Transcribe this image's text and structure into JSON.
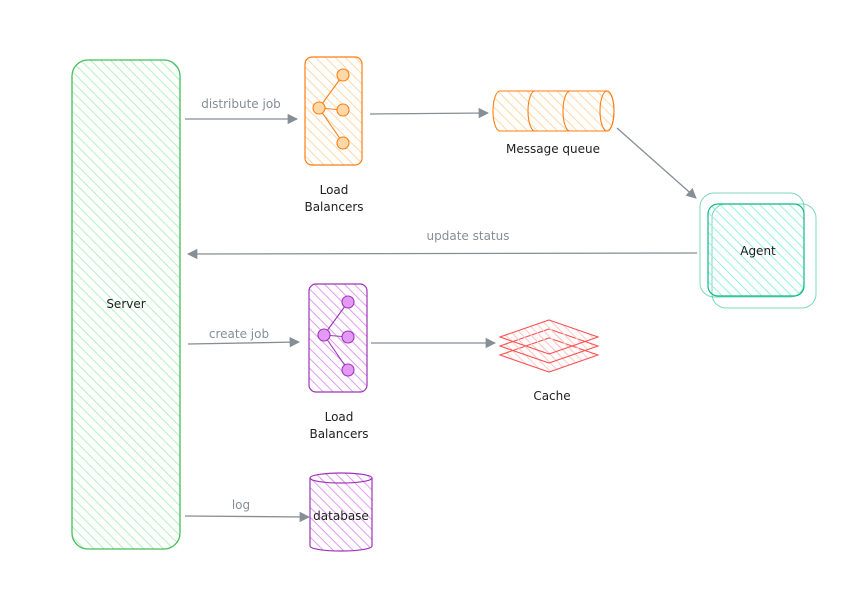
{
  "nodes": {
    "server": "Server",
    "lb_top": [
      "Load",
      "Balancers"
    ],
    "message_queue": "Message queue",
    "agent": "Agent",
    "lb_bottom": [
      "Load",
      "Balancers"
    ],
    "cache": "Cache",
    "database": "database"
  },
  "edges": {
    "distribute_job": "distribute job",
    "update_status": "update status",
    "create_job": "create job",
    "log": "log"
  },
  "colors": {
    "server": "#40c057",
    "server_fill": "#b2f2bb",
    "load_balancer_top": "#fd7e14",
    "load_balancer_top_fill": "#ffd8a8",
    "queue": "#fd7e14",
    "agent": "#12b886",
    "agent_fill": "#96f2d7",
    "load_balancer_bottom": "#9c36b5",
    "load_balancer_bottom_fill": "#e599f7",
    "cache": "#fa5252",
    "cache_fill": "#ffc9c9",
    "database": "#9c36b5",
    "database_fill": "#e599f7",
    "arrow": "#868e96"
  }
}
